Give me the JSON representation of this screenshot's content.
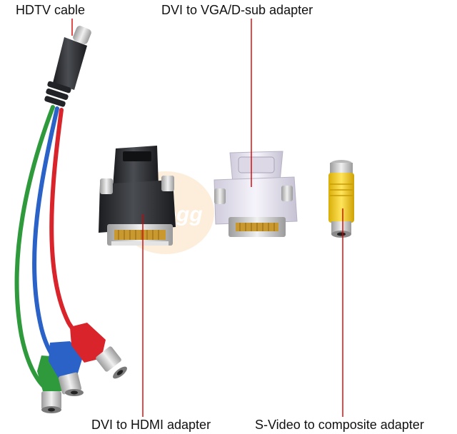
{
  "labels": {
    "hdtv_cable": "HDTV cable",
    "dvi_vga": "DVI to VGA/D-sub adapter",
    "dvi_hdmi": "DVI to HDMI adapter",
    "svideo_composite": "S-Video to composite adapter"
  },
  "watermark": "newegg",
  "colors": {
    "leader_line": "#d40000",
    "cable_green": "#2e9a3c",
    "cable_blue": "#2a62c8",
    "cable_red": "#d8242a",
    "rca_yellow": "#f2d21a",
    "metal": "#c9c9c9",
    "dark_plastic": "#2e3034",
    "clear_plastic": "#e7e4ef"
  }
}
